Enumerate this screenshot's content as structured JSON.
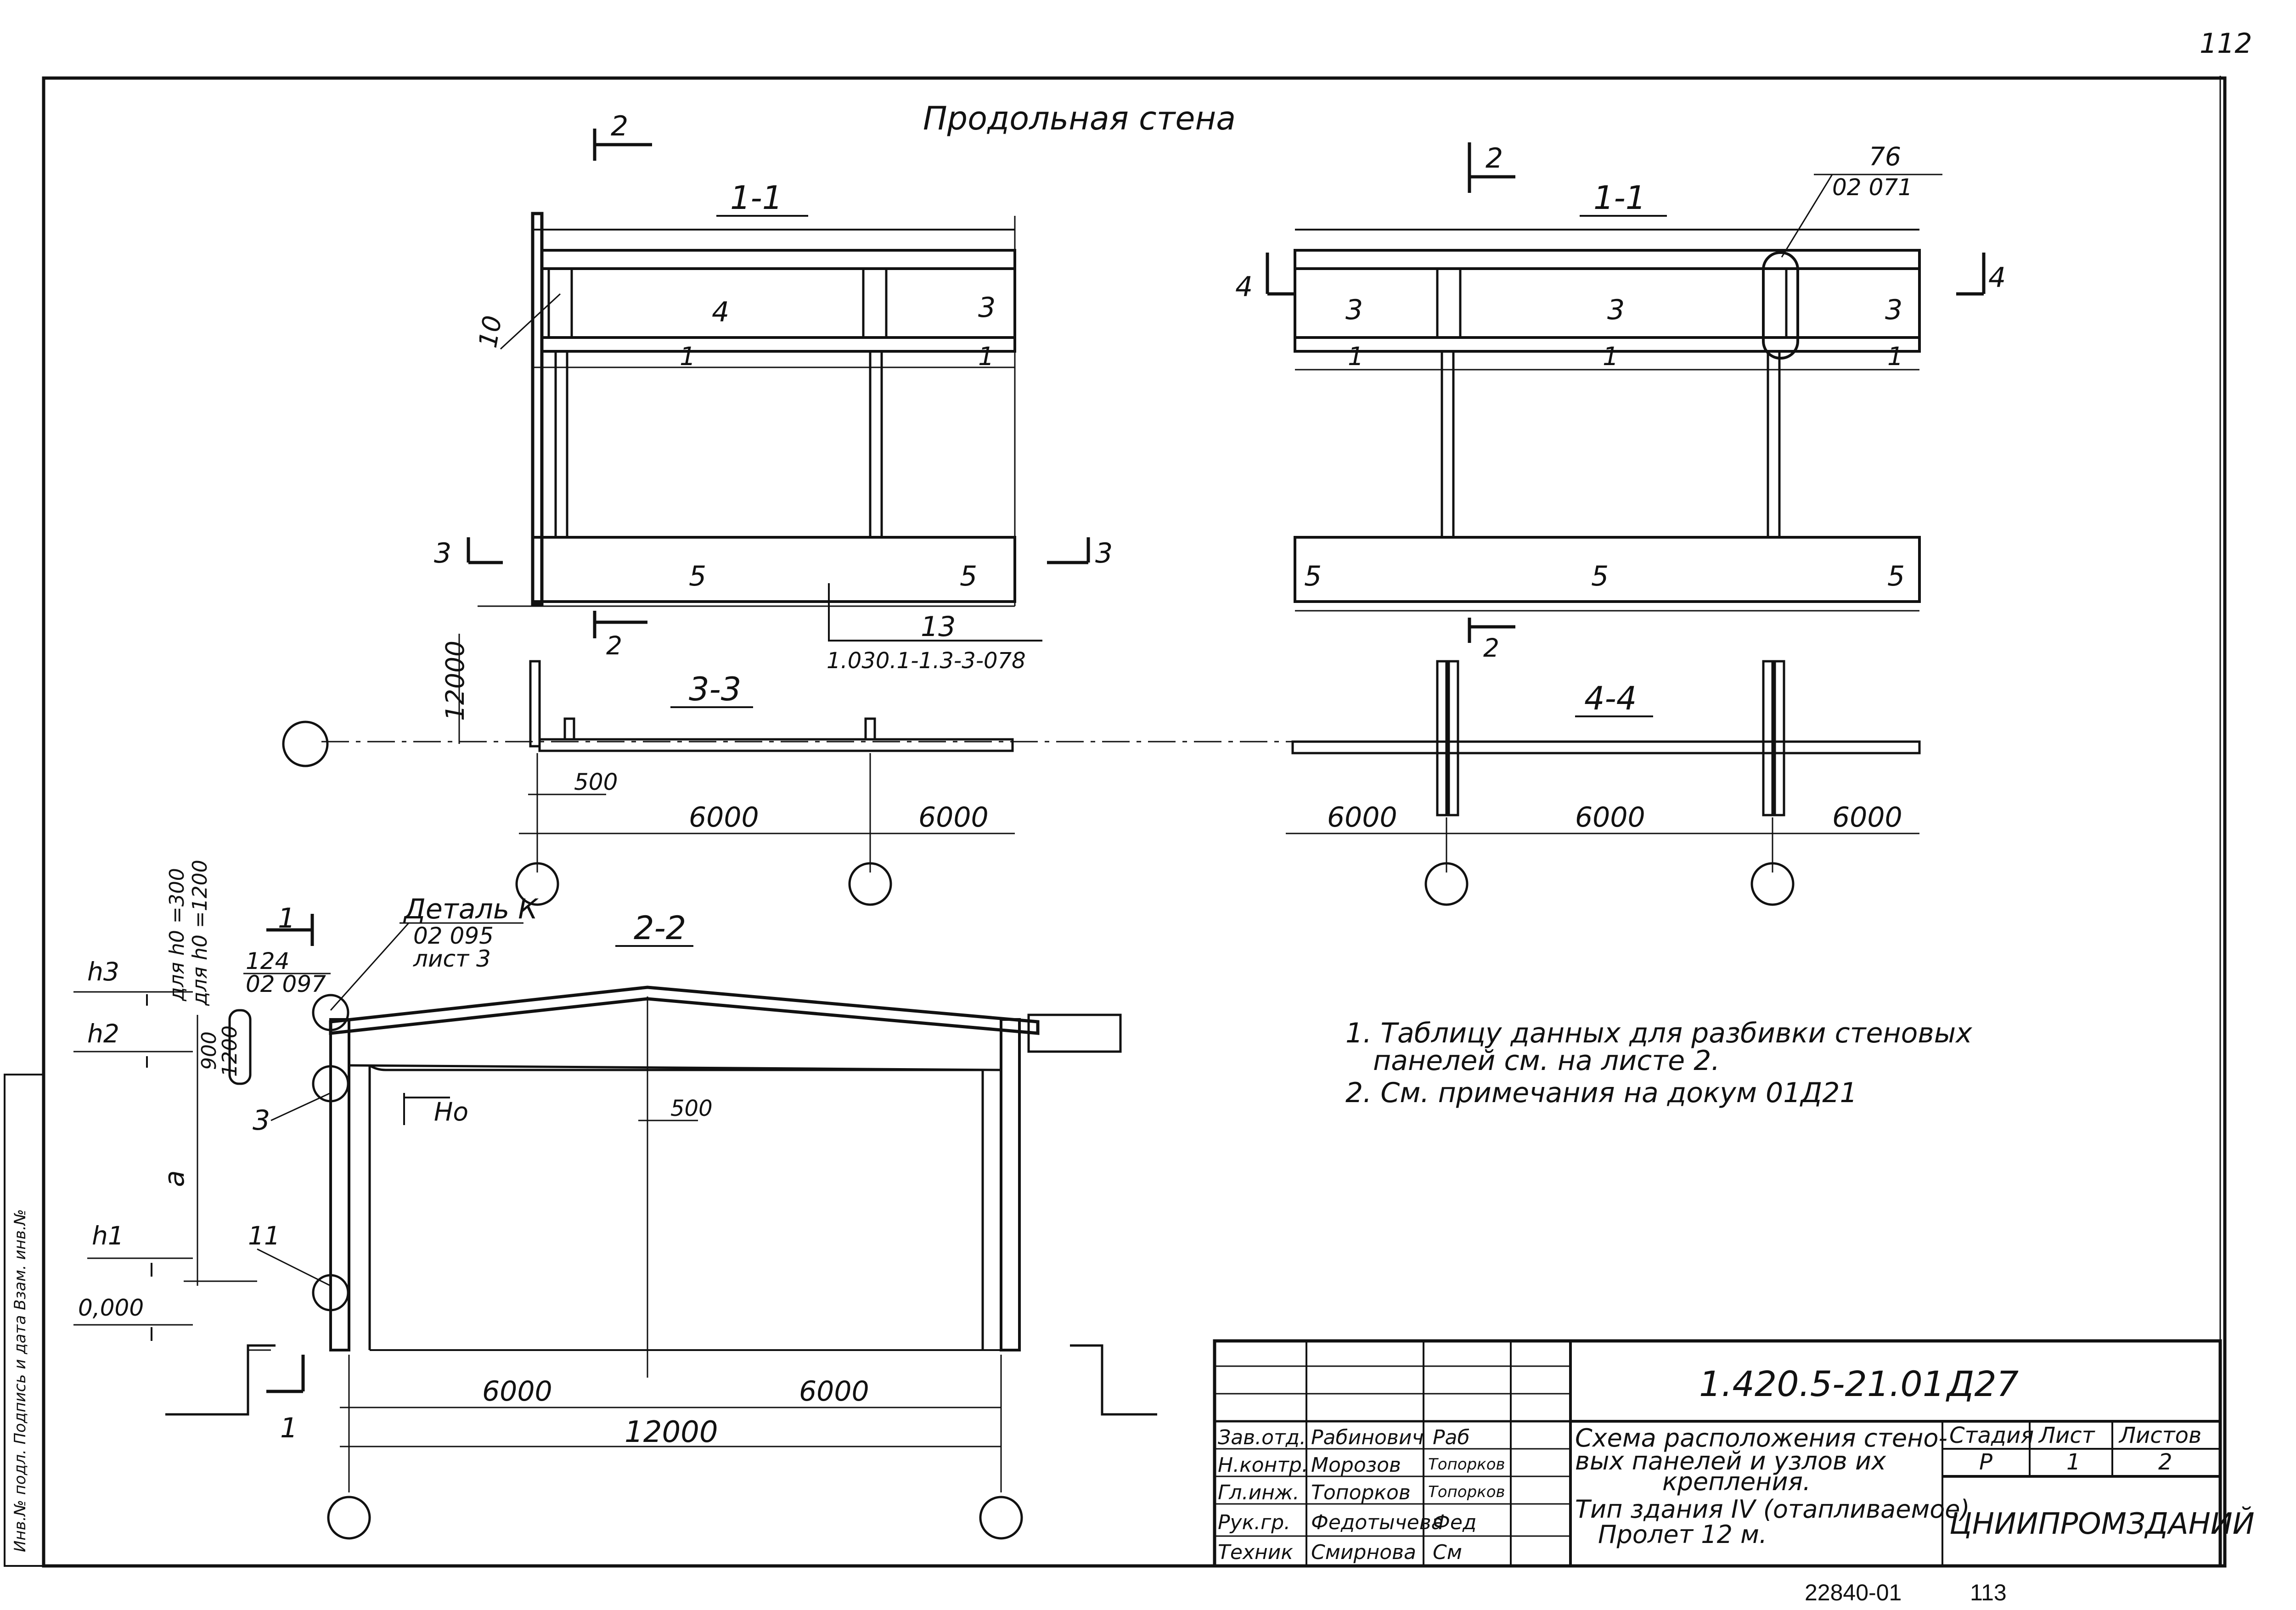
{
  "sheet": {
    "page_number_top": "112",
    "page_number_bottom": "113",
    "archive_code": "22840-01",
    "side_stamp": "Инв.№ подл. Подпись и дата Взам. инв.№"
  },
  "views": {
    "top_title": "Продольная стена",
    "section_1_1": "1-1",
    "section_2_2": "2-2",
    "section_3_3": "3-3",
    "section_4_4": "4-4",
    "cut_2": "2",
    "cut_3": "3",
    "cut_4": "4",
    "cut_1": "1"
  },
  "labels": {
    "panel_3": "3",
    "panel_4": "4",
    "panel_5": "5",
    "panel_1": "1",
    "node_10": "10",
    "node_13": "13",
    "node_13_ref": "1.030.1-1.3-3-078",
    "node_76": "76",
    "node_76_ref": "02 071",
    "detail_k": "Деталь К",
    "detail_k_ref1": "02 095",
    "detail_k_ref2": "лист 3",
    "node_124": "124",
    "node_124_ref": "02 097",
    "node_11": "11",
    "node_3": "3",
    "h3": "h3",
    "h2": "h2",
    "h1": "h1",
    "Ho": "Ho",
    "a": "a",
    "zero": "0,000",
    "for_h0_300": "для h0 =300",
    "for_h0_1200": "для h0 =1200",
    "v900": "900",
    "v1200": "1200"
  },
  "dims": {
    "d12000": "12000",
    "d500": "500",
    "d6000a": "6000",
    "d6000b": "6000",
    "d6000c": "6000",
    "d6000d": "6000",
    "d6000e": "6000",
    "d6000f": "6000",
    "d6000g": "6000",
    "d12000b": "12000",
    "d500b": "500"
  },
  "notes": {
    "note1_line1": "1. Таблицу данных для разбивки стеновых",
    "note1_line2": "панелей см. на листе 2.",
    "note2": "2. См. примечания на докум 01Д21"
  },
  "title_block": {
    "doc_code": "1.420.5-21.01",
    "doc_suffix": "Д27",
    "description_l1": "Схема расположения стено-",
    "description_l2": "вых панелей и узлов их",
    "description_l3": "крепления.",
    "description_l4": "Тип здания IV (отапливаемое)",
    "description_l5": "Пролет 12 м.",
    "col_stage": "Стадия",
    "col_sheet": "Лист",
    "col_sheets": "Листов",
    "stage": "Р",
    "sheet": "1",
    "sheets": "2",
    "organization": "ЦНИИПРОМЗДАНИЙ",
    "rows": [
      {
        "role": "Зав.отд.",
        "name": "Рабинович",
        "sign": "Раб"
      },
      {
        "role": "Н.контр.",
        "name": "Морозов",
        "sign": "Топорков"
      },
      {
        "role": "Гл.инж.",
        "name": "Топорков",
        "sign": "Топорков"
      },
      {
        "role": "Рук.гр.",
        "name": "Федотычева",
        "sign": "Фед"
      },
      {
        "role": "Техник",
        "name": "Смирнова",
        "sign": "См"
      }
    ]
  }
}
